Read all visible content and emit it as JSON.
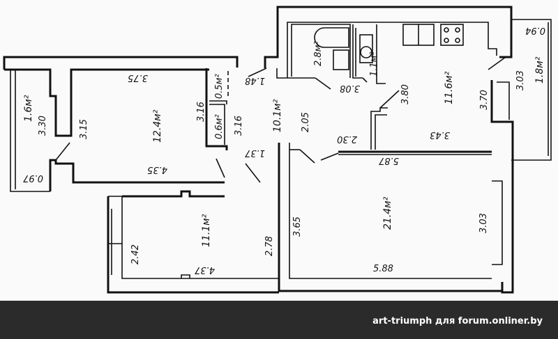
{
  "plan": {
    "rooms": {
      "balcony_left_area": "1.6м²",
      "balcony_left_len": "3.30",
      "balcony_left_width": "0.97",
      "room1_wall_left": "3.15",
      "room1_top": "3.75",
      "room1_area": "12.4м²",
      "room1_bottom": "4.35",
      "room1_wall_right": "3.16",
      "closet1_area": "0.5м²",
      "closet2_area": "0.6м²",
      "closet_len": "3.16",
      "hall_door": "1.48",
      "hall_corridor": "1.37",
      "hall_area": "10.1м²",
      "hall_width": "2.05",
      "hall_len": "2.30",
      "bath_area": "2.8м²",
      "wc_area": "1.1м²",
      "bath_len": "3.08",
      "kitchen_left": "3.80",
      "kitchen_area": "11.6м²",
      "kitchen_right": "3.70",
      "kitchen_bottom": "3.43",
      "balcony_right_width": "0.94",
      "balcony_right_len": "3.03",
      "balcony_right_area": "1.8м²",
      "room2_top": "5.87",
      "room2_area": "21.4м²",
      "room2_left": "3.65",
      "room2_right": "3.03",
      "room2_bottom": "5.88",
      "room3_area": "11.1м²",
      "room3_right": "2.78",
      "room3_left": "2.42",
      "room3_bottom": "4.37"
    }
  },
  "footer": {
    "credit": "art-triumph для forum.onliner.by"
  }
}
